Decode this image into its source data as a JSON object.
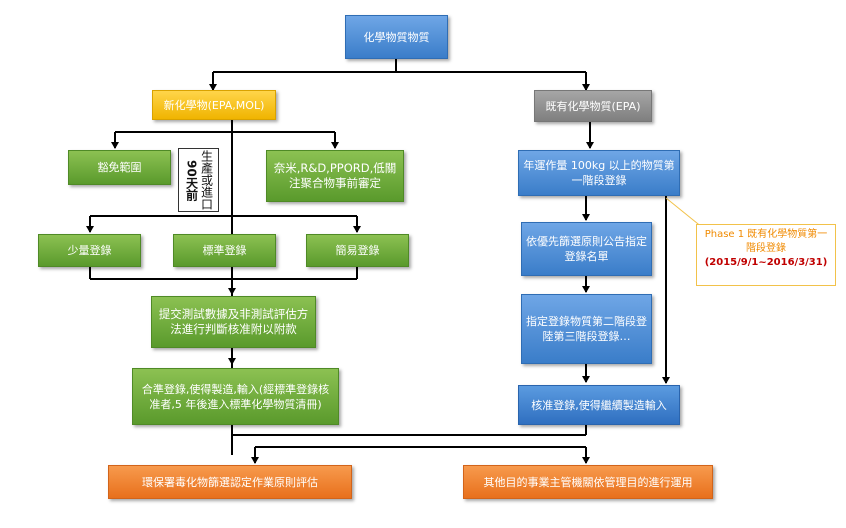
{
  "nodes": {
    "root": "化學物質物質",
    "new_chem": "新化學物(EPA,MOL)",
    "existing_chem": "既有化學物質(EPA)",
    "exemption": "豁免範圍",
    "note_90_days": "90天前",
    "note_produce_import": "生產或進口",
    "nano": "奈米,R&D,PPORD,低關注聚合物事前審定",
    "small_reg": "少量登錄",
    "standard_reg": "標準登錄",
    "simple_reg": "簡易登錄",
    "submit_test": "提交測試數據及非測試評估方法進行判斷核准附以附款",
    "approved": "合準登錄,使得製造,輸入(經標準登錄核准者,5 年後進入標準化學物質清冊)",
    "phase1_reg": "年運作量 100kg 以上的物質第一階段登錄",
    "designated_list": "依優先篩選原則公告指定登錄名單",
    "designated_reg": "指定登錄物質第二階段登陸第三階段登錄…",
    "approved_existing": "核准登錄,使得繼續製造輸入",
    "epa_eval": "環保署毒化物篩選認定作業原則評估",
    "other_agencies": "其他目的事業主管機關依管理目的進行運用"
  },
  "phase_note": {
    "line1": "Phase 1 既有化學物質第一階段登錄",
    "line2": "(2015/9/1~2016/3/31)"
  },
  "colors": {
    "blue": "#3a7dc9",
    "yellow": "#f0b400",
    "gray": "#7f7f7f",
    "green": "#5a9a2c",
    "orange": "#e8701c",
    "phase_border": "#f2c24a",
    "phase_text": "#f08a00",
    "phase_date": "#c00000"
  }
}
